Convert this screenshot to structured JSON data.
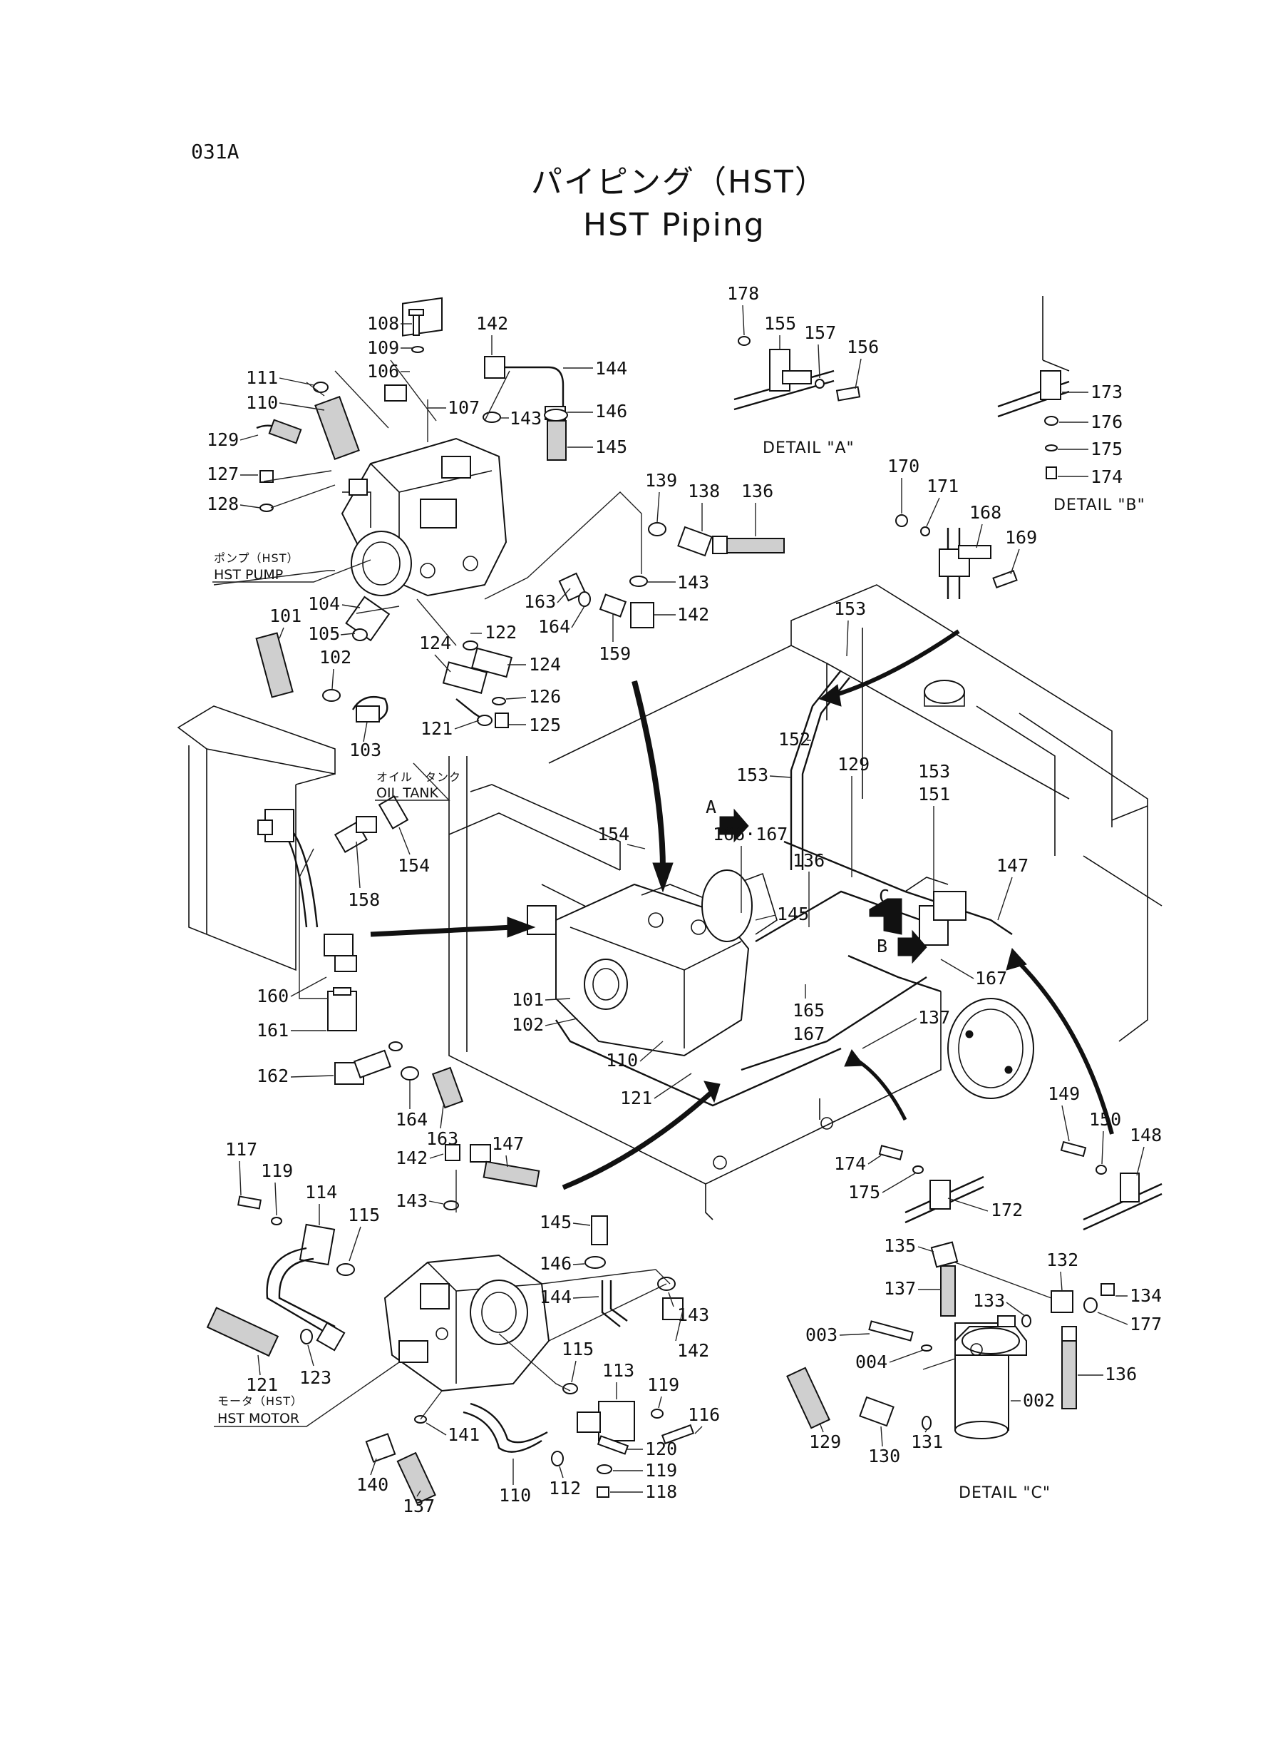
{
  "header": {
    "page_code": "031A",
    "title_jp": "パイピング（HST）",
    "title_en": "HST Piping"
  },
  "labels": {
    "hst_pump_jp": "ポンプ（HST）",
    "hst_pump_en": "HST PUMP",
    "oil_tank_jp": "オイル　タンク",
    "oil_tank_en": "OIL TANK",
    "hst_motor_jp": "モータ（HST）",
    "hst_motor_en": "HST MOTOR",
    "detail_a": "DETAIL \"A\"",
    "detail_b": "DETAIL \"B\"",
    "detail_c": "DETAIL \"C\"",
    "arrow_a": "A",
    "arrow_b": "B",
    "arrow_c": "C"
  },
  "parts": {
    "p108": "108",
    "p109": "109",
    "p106": "106",
    "p111": "111",
    "p110": "110",
    "p107": "107",
    "p142a": "142",
    "p144": "144",
    "p143a": "143",
    "p146": "146",
    "p145": "145",
    "p129": "129",
    "p127": "127",
    "p128": "128",
    "p139": "139",
    "p138": "138",
    "p136": "136",
    "p143b": "143",
    "p163a": "163",
    "p164a": "164",
    "p159": "159",
    "p142b": "142",
    "p104": "104",
    "p105": "105",
    "p101": "101",
    "p102": "102",
    "p103": "103",
    "p122": "122",
    "p124a": "124",
    "p124b": "124",
    "p126": "126",
    "p121": "121",
    "p125": "125",
    "p178": "178",
    "p155": "155",
    "p157": "157",
    "p156": "156",
    "p173": "173",
    "p176": "176",
    "p175": "175",
    "p174": "174",
    "p170": "170",
    "p171": "171",
    "p168": "168",
    "p169": "169",
    "p153a": "153",
    "p152": "152",
    "p153b": "153",
    "p129b": "129",
    "p153c": "153",
    "p151": "151",
    "p147a": "147",
    "p154a": "154",
    "p166_167": "166·167",
    "p136b": "136",
    "p145b": "145",
    "p167a": "167",
    "p165": "165",
    "p167b": "167",
    "p137a": "137",
    "p101b": "101",
    "p102b": "102",
    "p110b": "110",
    "p121b": "121",
    "p158": "158",
    "p154b": "154",
    "p160": "160",
    "p161": "161",
    "p162": "162",
    "p164b": "164",
    "p163b": "163",
    "p117": "117",
    "p119a": "119",
    "p114": "114",
    "p115a": "115",
    "p121c": "121",
    "p123": "123",
    "p142c": "142",
    "p143c": "143",
    "p147b": "147",
    "p145c": "145",
    "p146b": "146",
    "p144b": "144",
    "p143d": "143",
    "p142d": "142",
    "p115b": "115",
    "p113": "113",
    "p119b": "119",
    "p116": "116",
    "p141": "141",
    "p140": "140",
    "p137b": "137",
    "p110c": "110",
    "p112": "112",
    "p120": "120",
    "p119c": "119",
    "p118": "118",
    "p149": "149",
    "p150": "150",
    "p148": "148",
    "p174b": "174",
    "p175b": "175",
    "p172": "172",
    "p135": "135",
    "p132": "132",
    "p137c": "137",
    "p133": "133",
    "p134": "134",
    "p177": "177",
    "p003": "003",
    "p004": "004",
    "p136c": "136",
    "p002": "002",
    "p129c": "129",
    "p130": "130",
    "p131": "131"
  }
}
